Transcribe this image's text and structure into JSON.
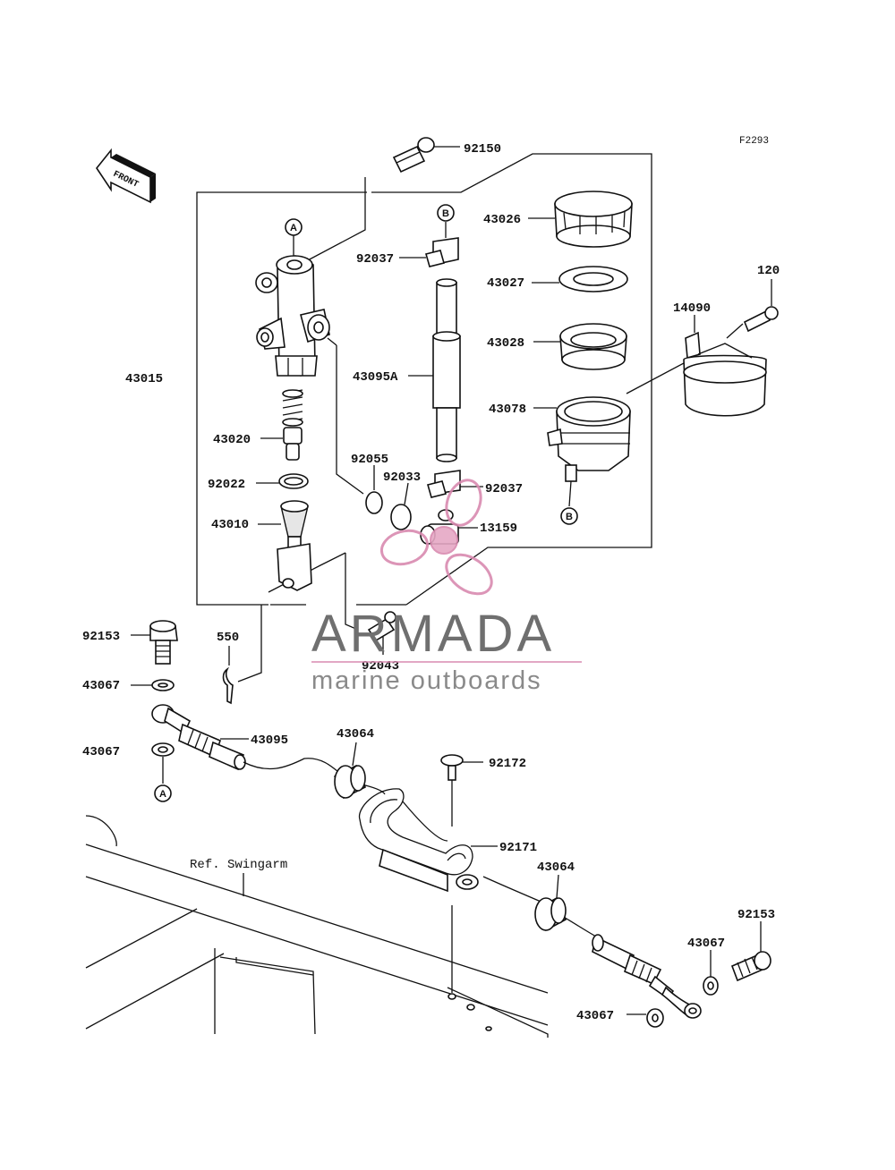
{
  "diagram": {
    "code": "F2293",
    "front_label": "FRONT",
    "reference_label": "Ref. Swingarm",
    "callouts": [
      "A",
      "B"
    ]
  },
  "watermark": {
    "brand": "ARMADA",
    "tagline": "marine outboards",
    "accent_color": "#d98ab0",
    "text_color": "#6f6f6f"
  },
  "labels": {
    "p92150": "92150",
    "p43026": "43026",
    "p92037a": "92037",
    "p43027": "43027",
    "p120": "120",
    "p14090": "14090",
    "p43028": "43028",
    "p43015": "43015",
    "p43095a": "43095A",
    "p43078": "43078",
    "p43020": "43020",
    "p92055": "92055",
    "p92033": "92033",
    "p92022": "92022",
    "p92037b": "92037",
    "p43010": "43010",
    "p13159": "13159",
    "p92153a": "92153",
    "p550": "550",
    "p92043": "92043",
    "p43067a": "43067",
    "p43095": "43095",
    "p43064a": "43064",
    "p43067b": "43067",
    "p92172": "92172",
    "p92171": "92171",
    "p43064b": "43064",
    "p92153b": "92153",
    "p43067c": "43067",
    "p43067d": "43067"
  }
}
